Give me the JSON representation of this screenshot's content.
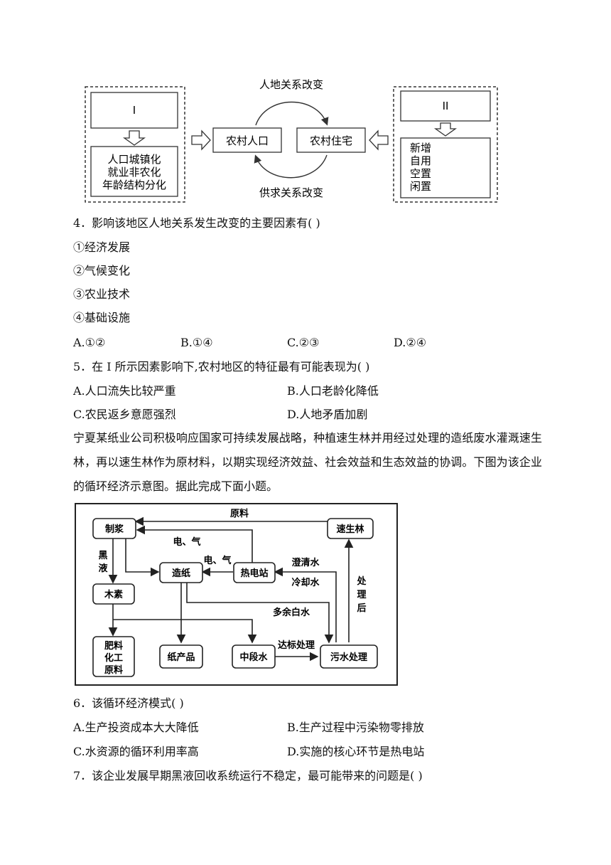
{
  "figure1": {
    "box_I_label": "I",
    "box_I_items": [
      "人口城镇化",
      "就业非农化",
      "年龄结构分化"
    ],
    "center_left": "农村人口",
    "center_right": "农村住宅",
    "top_label": "人地关系改变",
    "bottom_label": "供求关系改变",
    "box_II_label": "II",
    "box_II_items": [
      "新增",
      "自用",
      "空置",
      "闲置"
    ]
  },
  "q4": {
    "stem": "4．影响该地区人地关系发生改变的主要因素有(   )",
    "items": [
      "①经济发展",
      "②气候变化",
      "③农业技术",
      "④基础设施"
    ],
    "options": [
      "A.①②",
      "B.①④",
      "C.②③",
      "D.②④"
    ]
  },
  "q5": {
    "stem": "5．在 I 所示因素影响下,农村地区的特征最有可能表现为(   )",
    "options": [
      "A.人口流失比较严重",
      "B.人口老龄化降低",
      "C.农民返乡意愿强烈",
      "D.人地矛盾加剧"
    ]
  },
  "passage": "宁夏某纸业公司积极响应国家可持续发展战略，种植速生林并用经过处理的造纸废水灌溉速生林，再以速生林作为原材料，以期实现经济效益、社会效益和生态效益的协调。下图为该企业的循环经济示意图。据此完成下面小题。",
  "figure2": {
    "nodes": {
      "zhijiang": "制浆",
      "susheng": "速生林",
      "zaozhi": "造纸",
      "redian": "热电站",
      "musu": "木素",
      "feiliao": [
        "肥料",
        "化工",
        "原料"
      ],
      "zhichanpin": "纸产品",
      "zhongduan": "中段水",
      "wushui": "污水处理"
    },
    "labels": {
      "yuanliao": "原料",
      "dianqi1": "电、气",
      "dianqi2": "电、气",
      "heiye": [
        "黑",
        "液"
      ],
      "chengqing": "澄清水",
      "lengque": "冷却水",
      "duoyu": "多余白水",
      "dabiao": "达标处理",
      "chulihou": [
        "处",
        "理",
        "后"
      ]
    }
  },
  "q6": {
    "stem": "6．该循环经济模式(   )",
    "options": [
      "A.生产投资成本大大降低",
      "B.生产过程中污染物零排放",
      "C.水资源的循环利用率高",
      "D.实施的核心环节是热电站"
    ]
  },
  "q7": {
    "stem": "7．该企业发展早期黑液回收系统运行不稳定，最可能带来的问题是(   )"
  }
}
